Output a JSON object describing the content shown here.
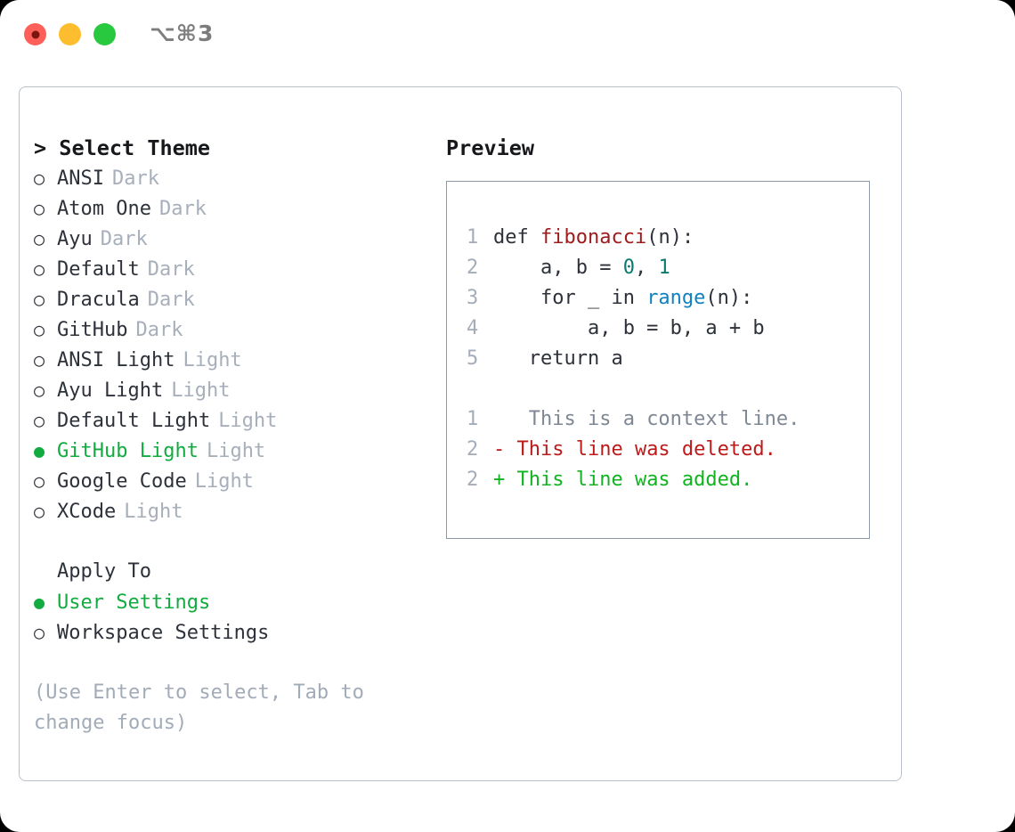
{
  "window": {
    "shortcut_label": "⌥⌘3",
    "traffic_lights": [
      "close-red",
      "minimize-yellow",
      "maximize-green"
    ]
  },
  "colors": {
    "accent_green": "#12ab3f",
    "muted": "#a7afbb",
    "text": "#2d3139",
    "border": "#b9c0cb",
    "syntax_function": "#a01c1c",
    "syntax_number": "#0a7a6e",
    "syntax_call": "#1281c0",
    "diff_added": "#11b321",
    "diff_deleted": "#bb1b1b",
    "diff_context": "#7e8794"
  },
  "theme_picker": {
    "title": "> Select Theme",
    "markers": {
      "selected": "●",
      "unselected": "○"
    },
    "items": [
      {
        "name": "ANSI",
        "variant": "Dark",
        "selected": false
      },
      {
        "name": "Atom One",
        "variant": "Dark",
        "selected": false
      },
      {
        "name": "Ayu",
        "variant": "Dark",
        "selected": false
      },
      {
        "name": "Default",
        "variant": "Dark",
        "selected": false
      },
      {
        "name": "Dracula",
        "variant": "Dark",
        "selected": false
      },
      {
        "name": "GitHub",
        "variant": "Dark",
        "selected": false
      },
      {
        "name": "ANSI Light",
        "variant": "Light",
        "selected": false
      },
      {
        "name": "Ayu Light",
        "variant": "Light",
        "selected": false
      },
      {
        "name": "Default Light",
        "variant": "Light",
        "selected": false
      },
      {
        "name": "GitHub Light",
        "variant": "Light",
        "selected": true
      },
      {
        "name": "Google Code",
        "variant": "Light",
        "selected": false
      },
      {
        "name": "XCode",
        "variant": "Light",
        "selected": false
      }
    ]
  },
  "apply_to": {
    "title": "Apply To",
    "items": [
      {
        "name": "User Settings",
        "selected": true
      },
      {
        "name": "Workspace Settings",
        "selected": false
      }
    ]
  },
  "hint": "(Use Enter to select, Tab to change focus)",
  "preview": {
    "title": "Preview",
    "code_lines": [
      {
        "lineno": "1",
        "tokens": [
          {
            "text": "def ",
            "type": "plain"
          },
          {
            "text": "fibonacci",
            "type": "function"
          },
          {
            "text": "(n):",
            "type": "plain"
          }
        ]
      },
      {
        "lineno": "2",
        "tokens": [
          {
            "text": "    a, b = ",
            "type": "plain"
          },
          {
            "text": "0",
            "type": "number"
          },
          {
            "text": ", ",
            "type": "plain"
          },
          {
            "text": "1",
            "type": "number"
          }
        ]
      },
      {
        "lineno": "3",
        "tokens": [
          {
            "text": "    for _ in ",
            "type": "plain"
          },
          {
            "text": "range",
            "type": "call"
          },
          {
            "text": "(n):",
            "type": "plain"
          }
        ]
      },
      {
        "lineno": "4",
        "tokens": [
          {
            "text": "        a, b = b, a + b",
            "type": "plain"
          }
        ]
      },
      {
        "lineno": "5",
        "tokens": [
          {
            "text": "   return a",
            "type": "plain"
          }
        ]
      }
    ],
    "diff_lines": [
      {
        "lineno": "1",
        "marker": " ",
        "text": "  This is a context line.",
        "type": "context"
      },
      {
        "lineno": "2",
        "marker": "-",
        "text": " This line was deleted.",
        "type": "deleted"
      },
      {
        "lineno": "2",
        "marker": "+",
        "text": " This line was added.",
        "type": "added"
      }
    ]
  }
}
